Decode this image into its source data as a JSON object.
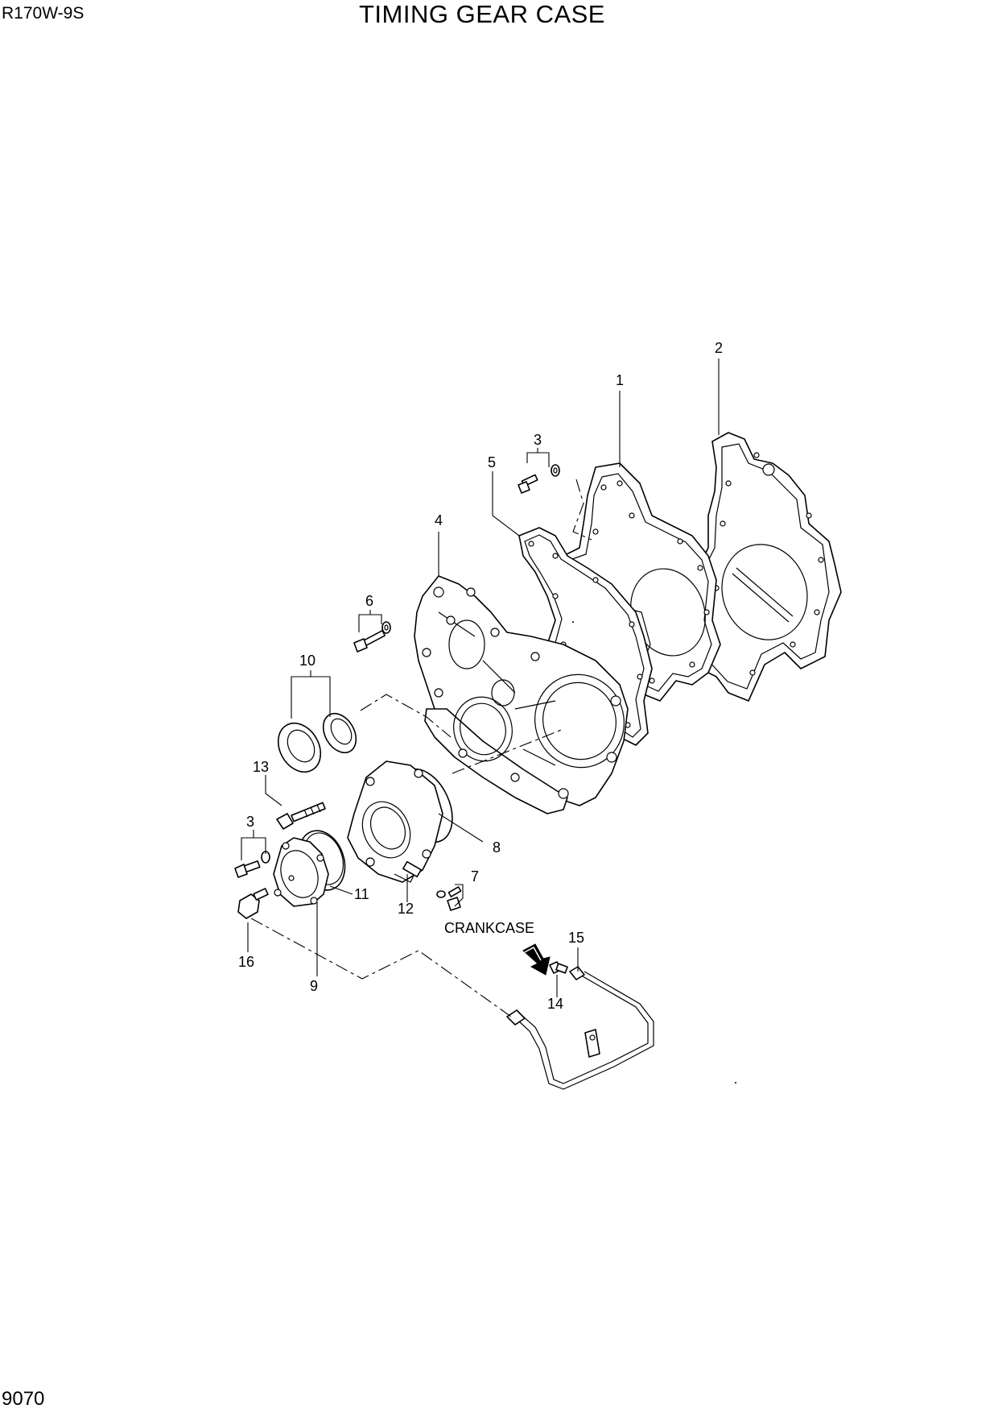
{
  "header": {
    "model": "R170W-9S",
    "title": "TIMING GEAR CASE"
  },
  "footer": {
    "page_number": "9070"
  },
  "callouts": {
    "c1": "1",
    "c2": "2",
    "c3a": "3",
    "c3b": "3",
    "c4": "4",
    "c5": "5",
    "c6": "6",
    "c7": "7",
    "c8": "8",
    "c9": "9",
    "c10": "10",
    "c11": "11",
    "c12": "12",
    "c13": "13",
    "c14": "14",
    "c15": "15",
    "c16": "16"
  },
  "annotations": {
    "crankcase": "CRANKCASE"
  }
}
